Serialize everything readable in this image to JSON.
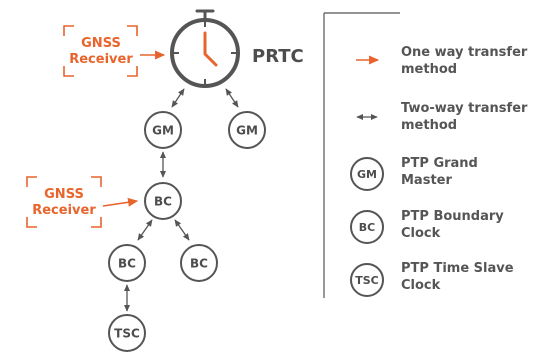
{
  "colors": {
    "accent": "#e8642c",
    "stroke": "#555555",
    "text": "#4d4d4d"
  },
  "prtc": {
    "label": "PRTC",
    "icon": "stopwatch-clock-icon"
  },
  "gnss_receivers": [
    {
      "line1": "GNSS",
      "line2": "Receiver"
    },
    {
      "line1": "GNSS",
      "line2": "Receiver"
    }
  ],
  "nodes": {
    "gm_left": "GM",
    "gm_right": "GM",
    "bc_mid": "BC",
    "bc_left": "BC",
    "bc_right": "BC",
    "tsc": "TSC"
  },
  "legend": {
    "one_way": {
      "line1": "One way transfer",
      "line2": "method"
    },
    "two_way": {
      "line1": "Two-way transfer",
      "line2": "method"
    },
    "gm": {
      "abbr": "GM",
      "line1": "PTP Grand",
      "line2": "Master"
    },
    "bc": {
      "abbr": "BC",
      "line1": "PTP Boundary",
      "line2": "Clock"
    },
    "tsc": {
      "abbr": "TSC",
      "line1": "PTP Time Slave",
      "line2": "Clock"
    }
  }
}
